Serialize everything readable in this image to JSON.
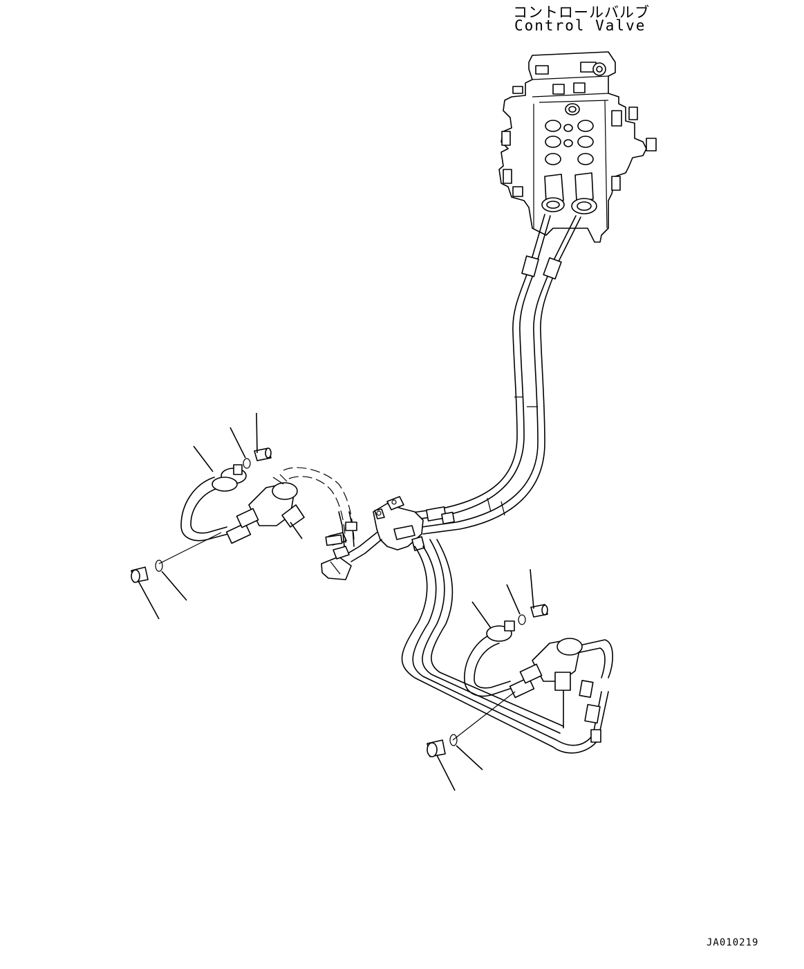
{
  "labels": {
    "control_valve_jp": "コントロールバルブ",
    "control_valve_en": "Control Valve",
    "drawing_code": "JA010219"
  }
}
